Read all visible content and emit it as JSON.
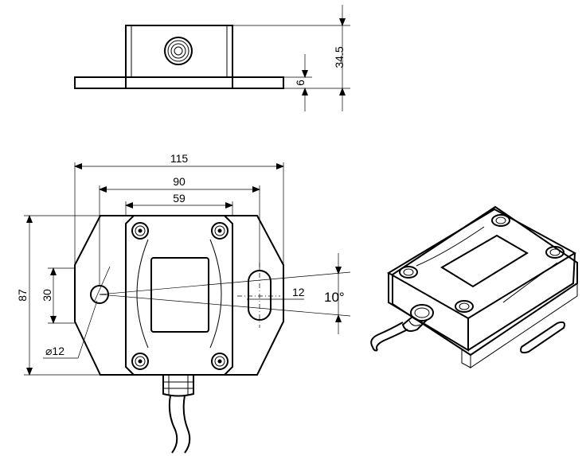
{
  "dimensions": {
    "top_height": "34.5",
    "base_thickness": "6",
    "overall_width": "115",
    "hole_spacing": "90",
    "body_width": "59",
    "overall_depth": "87",
    "slot_offset": "30",
    "hole_diameter": "⌀12",
    "slot_length": "12",
    "tilt_angle": "10°"
  }
}
